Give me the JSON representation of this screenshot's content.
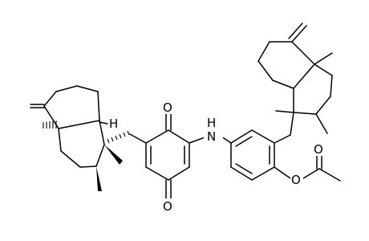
{
  "structure": {
    "atoms": {
      "oxygen_top": "O",
      "oxygen_bottom": "O",
      "amine": "H",
      "nitrogen": "N",
      "stereo_h": "H",
      "ester_oxygen": "O",
      "carbonyl_oxygen": "O"
    }
  }
}
